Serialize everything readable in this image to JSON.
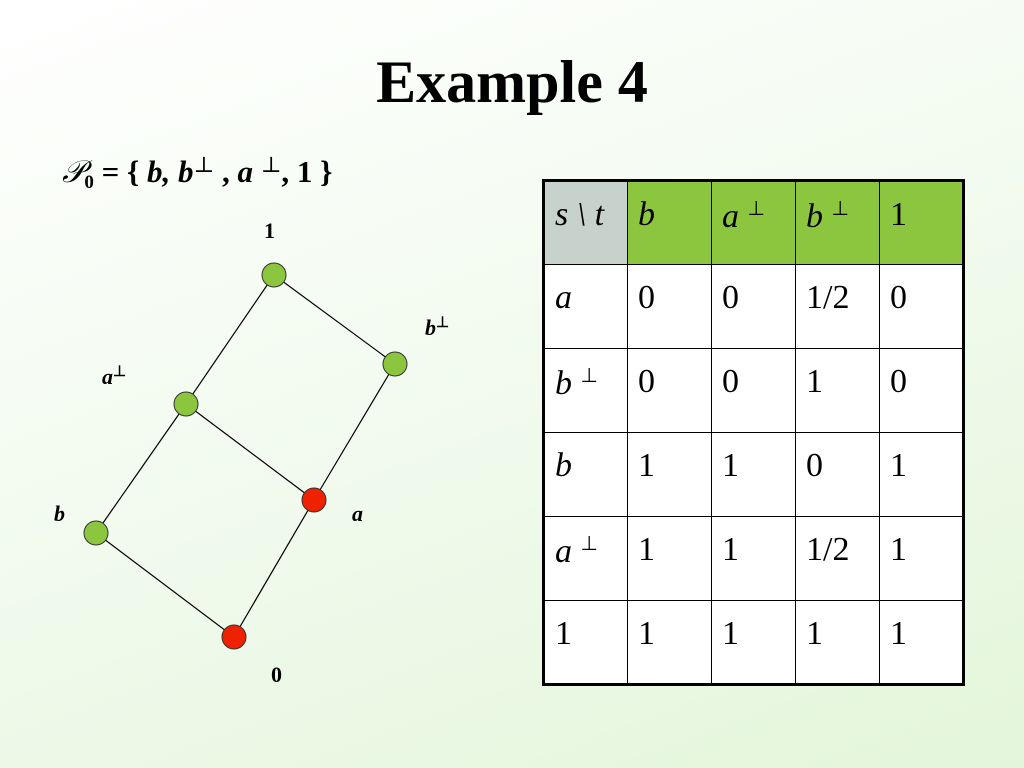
{
  "title": "Example 4",
  "set_definition": {
    "script_letter": "𝒫",
    "subscript": "0",
    "equals_open": " = { ",
    "el_b": "b, b",
    "perp_1": "⊥",
    "sep_1": " , ",
    "el_a": "a ",
    "perp_2": "⊥",
    "tail": ", 1 }"
  },
  "lattice": {
    "node_colors": {
      "green": "#8cc63f",
      "red": "#ee2200"
    },
    "labels": {
      "top": "1",
      "b_perp_base": "b",
      "b_perp_sup": "⊥",
      "a_perp_base": "a",
      "a_perp_sup": "⊥",
      "a": "a",
      "b": "b",
      "bottom": "0"
    }
  },
  "table": {
    "header": [
      {
        "text": "s \\ t",
        "sup": ""
      },
      {
        "text": "b",
        "sup": ""
      },
      {
        "text": "a ",
        "sup": "⊥"
      },
      {
        "text": "b ",
        "sup": "⊥"
      },
      {
        "text": "1",
        "sup": ""
      }
    ],
    "rows": [
      {
        "label": "a",
        "label_sup": "",
        "cells": [
          "0",
          "0",
          "1/2",
          "0"
        ]
      },
      {
        "label": "b ",
        "label_sup": "⊥",
        "cells": [
          "0",
          "0",
          "1",
          "0"
        ]
      },
      {
        "label": "b",
        "label_sup": "",
        "cells": [
          "1",
          "1",
          "0",
          "1"
        ]
      },
      {
        "label": "a ",
        "label_sup": "⊥",
        "cells": [
          "1",
          "1",
          "1/2",
          "1"
        ]
      },
      {
        "label": "1",
        "label_sup": "",
        "cells": [
          "1",
          "1",
          "1",
          "1"
        ]
      }
    ],
    "colors": {
      "header_bg": "#8cc63f",
      "corner_bg": "#c8d2cc",
      "cell_bg": "#ffffff"
    }
  }
}
